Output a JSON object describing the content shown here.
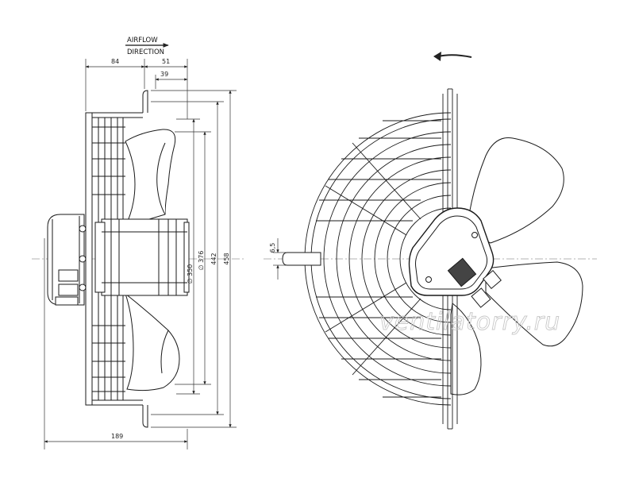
{
  "airflow": {
    "line1": "AIRFLOW",
    "line2": "DIRECTION"
  },
  "dimensions": {
    "overall_depth": "189",
    "body_depth": "84",
    "guard_offset": "51",
    "blade_offset": "39",
    "diameters": [
      "∅ 350",
      "∅ 376",
      "442",
      "458"
    ],
    "shaft_height": "6,5"
  },
  "watermark": "ventilatorry.ru",
  "rotation_icon": "left-arrow-icon",
  "colors": {
    "line": "#1a1a1a",
    "dim": "#333333",
    "axis": "#9a9a9a",
    "watermark": "#c8c8c8"
  }
}
